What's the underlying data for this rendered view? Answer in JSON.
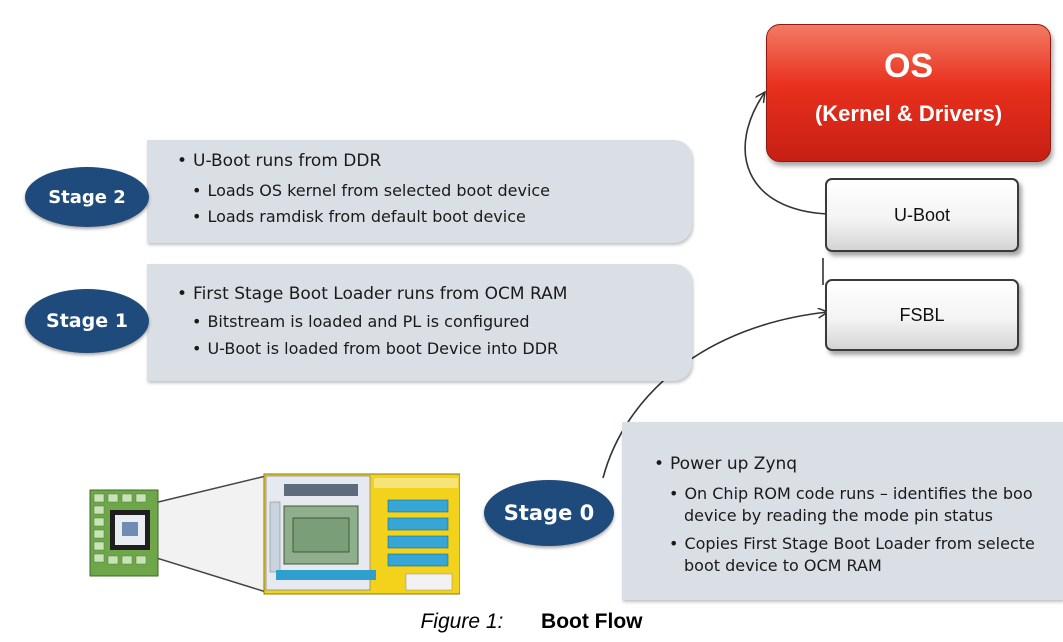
{
  "os_box": {
    "title": "OS",
    "subtitle": "(Kernel & Drivers)"
  },
  "uboot_box": {
    "label": "U-Boot"
  },
  "fsbl_box": {
    "label": "FSBL"
  },
  "stages": {
    "stage2": {
      "label": "Stage 2",
      "main": "U-Boot runs from DDR",
      "items": [
        "Loads OS kernel from selected boot device",
        "Loads ramdisk from default boot device"
      ]
    },
    "stage1": {
      "label": "Stage 1",
      "main": "First Stage Boot Loader runs from OCM RAM",
      "items": [
        "Bitstream is loaded and PL is configured",
        "U-Boot is loaded from boot Device into DDR"
      ]
    },
    "stage0": {
      "label": "Stage 0",
      "main": "Power up Zynq",
      "items": [
        "On Chip ROM code runs – identifies the boo",
        "device by reading the mode pin status",
        "Copies First Stage Boot Loader  from selecte",
        "boot device to OCM RAM"
      ]
    }
  },
  "caption": {
    "figure": "Figure 1:",
    "title": "Boot Flow"
  },
  "colors": {
    "oval": "#1e4a7c",
    "stage_box": "#dadee5",
    "os_red": "#e8301d"
  }
}
